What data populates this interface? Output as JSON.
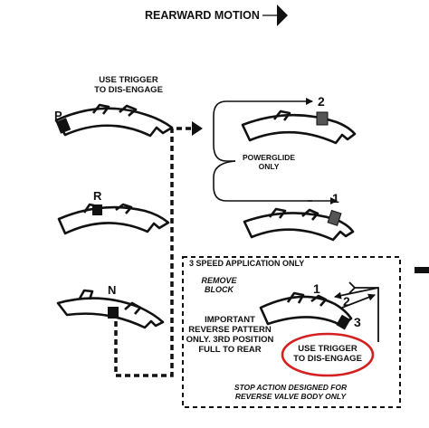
{
  "header": {
    "title": "REARWARD MOTION"
  },
  "left_note": {
    "line1": "USE TRIGGER",
    "line2": "TO DIS-ENGAGE"
  },
  "positions": {
    "p": "P",
    "r": "R",
    "n": "N"
  },
  "powerglide": {
    "line1": "POWERGLIDE",
    "line2": "ONLY",
    "step_top": "2",
    "step_bottom": "1"
  },
  "three_speed": {
    "title": "3 SPEED APPLICATION ONLY",
    "remove_block": {
      "line1": "REMOVE",
      "line2": "BLOCK"
    },
    "important": {
      "line1": "IMPORTANT",
      "line2": "REVERSE PATTERN",
      "line3": "ONLY. 3RD POSITION",
      "line4": "FULL TO REAR"
    },
    "trigger_note": {
      "line1": "USE TRIGGER",
      "line2": "TO DIS-ENGAGE"
    },
    "stop_action": {
      "line1": "STOP ACTION DESIGNED FOR",
      "line2": "REVERSE VALVE BODY ONLY"
    },
    "numbers": {
      "one": "1",
      "two": "2",
      "three": "3"
    }
  },
  "colors": {
    "ink": "#111111",
    "highlight_circle": "#d42020",
    "block_gray": "#555555"
  }
}
